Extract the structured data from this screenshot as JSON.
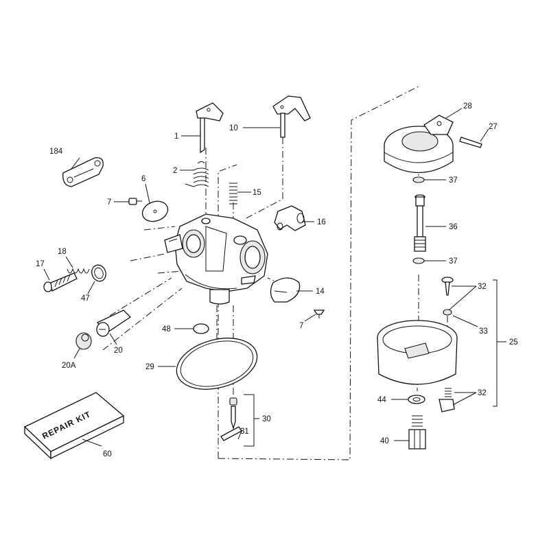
{
  "diagram": {
    "callouts": {
      "c1": "1",
      "c2": "2",
      "c6": "6",
      "c7a": "7",
      "c7b": "7",
      "c10": "10",
      "c14": "14",
      "c15": "15",
      "c16": "16",
      "c17": "17",
      "c18": "18",
      "c184": "184",
      "c20": "20",
      "c20a": "20A",
      "c25": "25",
      "c27": "27",
      "c28": "28",
      "c29": "29",
      "c30": "30",
      "c31": "31",
      "c32a": "32",
      "c32b": "32",
      "c33": "33",
      "c36": "36",
      "c37a": "37",
      "c37b": "37",
      "c40": "40",
      "c44": "44",
      "c47": "47",
      "c48": "48",
      "c60": "60"
    },
    "repair_kit_label": "REPAIR KIT"
  }
}
